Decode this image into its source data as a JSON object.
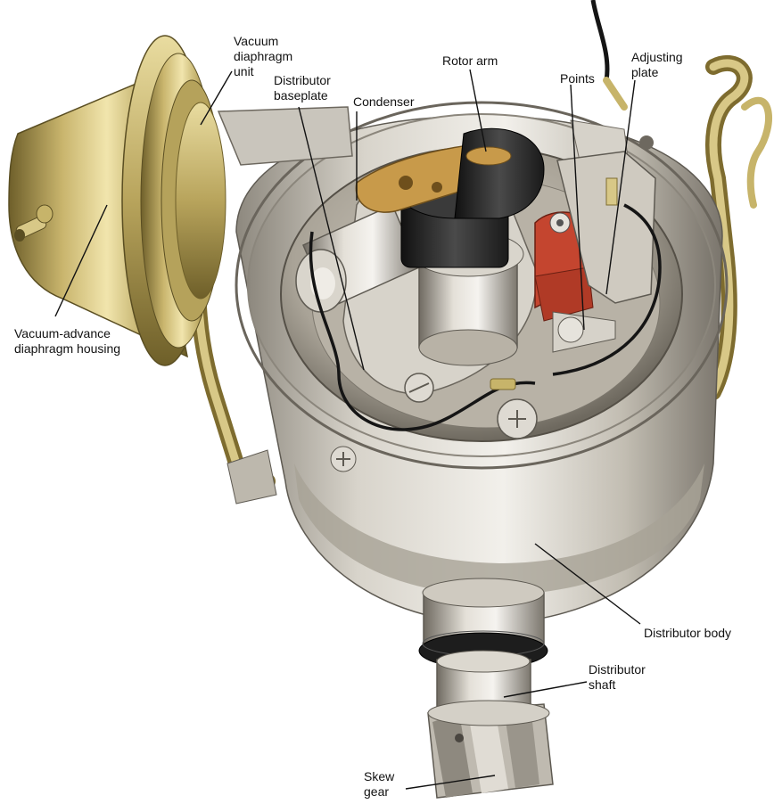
{
  "labels": {
    "vacuum_diaphragm_unit": [
      "Vacuum",
      "diaphragm",
      "unit"
    ],
    "distributor_baseplate": [
      "Distributor",
      "baseplate"
    ],
    "condenser": [
      "Condenser"
    ],
    "rotor_arm": [
      "Rotor arm"
    ],
    "points": [
      "Points"
    ],
    "adjusting_plate": [
      "Adjusting",
      "plate"
    ],
    "vacuum_advance_housing": [
      "Vacuum-advance",
      "diaphragm housing"
    ],
    "distributor_body": [
      "Distributor body"
    ],
    "distributor_shaft": [
      "Distributor",
      "shaft"
    ],
    "skew_gear": [
      "Skew",
      "gear"
    ]
  },
  "colors": {
    "metal_light": "#e6e3dc",
    "metal_mid": "#bdb8ad",
    "metal_dark": "#7d786f",
    "brass_light": "#efe2a6",
    "brass_mid": "#c7b46a",
    "brass_dark": "#7e6c2f",
    "rotor_brass": "#c89a4a",
    "rotor_black": "#2b2b2b",
    "contact_red": "#c4452f",
    "wire_black": "#151515",
    "leader_line": "#111111"
  }
}
